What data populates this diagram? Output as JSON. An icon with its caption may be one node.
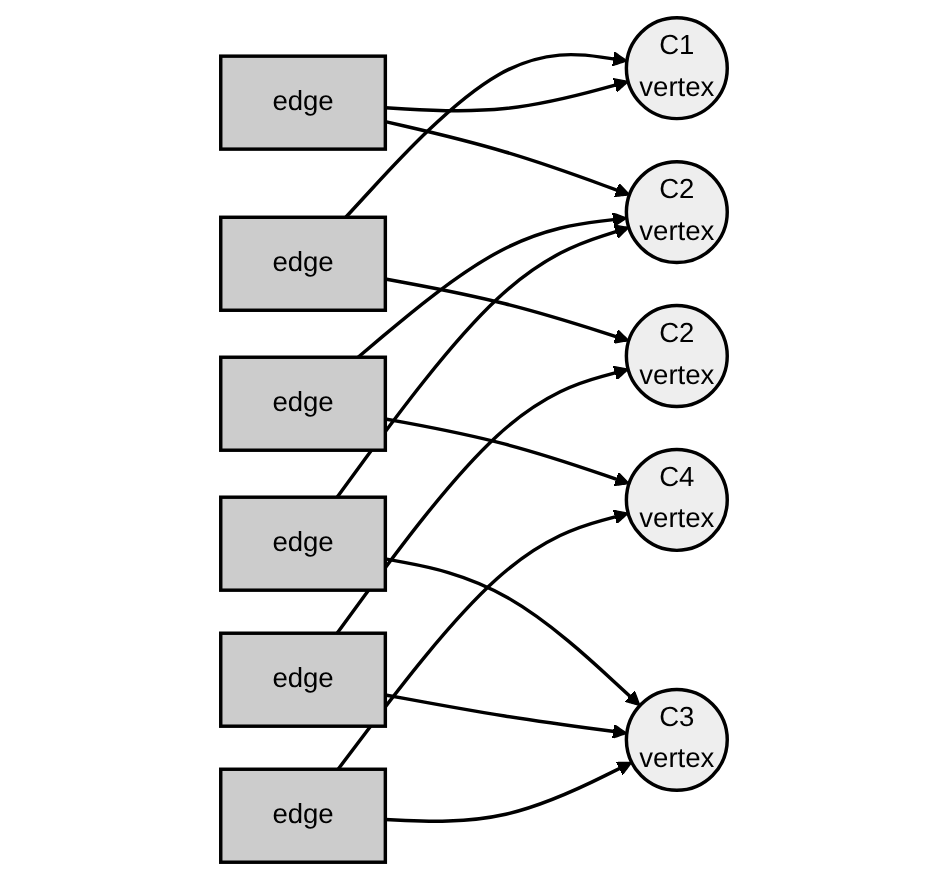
{
  "diagram": {
    "nodes": [
      {
        "text": [
          "edge"
        ]
      },
      {
        "text": [
          "edge"
        ]
      },
      {
        "text": [
          "C1",
          "vertex"
        ]
      },
      {
        "text": [
          "edge"
        ]
      },
      {
        "text": [
          "C2",
          "vertex"
        ]
      },
      {
        "text": [
          "edge"
        ]
      },
      {
        "text": [
          "C2",
          "vertex"
        ]
      },
      {
        "text": [
          "C4",
          "vertex"
        ]
      },
      {
        "text": [
          "edge"
        ]
      },
      {
        "text": [
          "C3",
          "vertex"
        ]
      },
      {
        "text": [
          "edge"
        ]
      }
    ],
    "edges": [
      {
        "from": 1,
        "to": 2,
        "arrow": "to"
      },
      {
        "from": 1,
        "to": 6,
        "arrow": "to"
      },
      {
        "from": 0,
        "to": 2,
        "arrow": "to"
      },
      {
        "from": 0,
        "to": 4,
        "arrow": "to"
      },
      {
        "from": 3,
        "to": 4,
        "arrow": "to"
      },
      {
        "from": 3,
        "to": 7,
        "arrow": "to"
      },
      {
        "from": 5,
        "to": 4,
        "arrow": "to"
      },
      {
        "from": 5,
        "to": 9,
        "arrow": "to"
      },
      {
        "from": 8,
        "to": 6,
        "arrow": "to"
      },
      {
        "from": 8,
        "to": 9,
        "arrow": "to"
      },
      {
        "from": 10,
        "to": 9,
        "arrow": "to"
      },
      {
        "from": 10,
        "to": 7,
        "arrow": "to"
      }
    ]
  }
}
